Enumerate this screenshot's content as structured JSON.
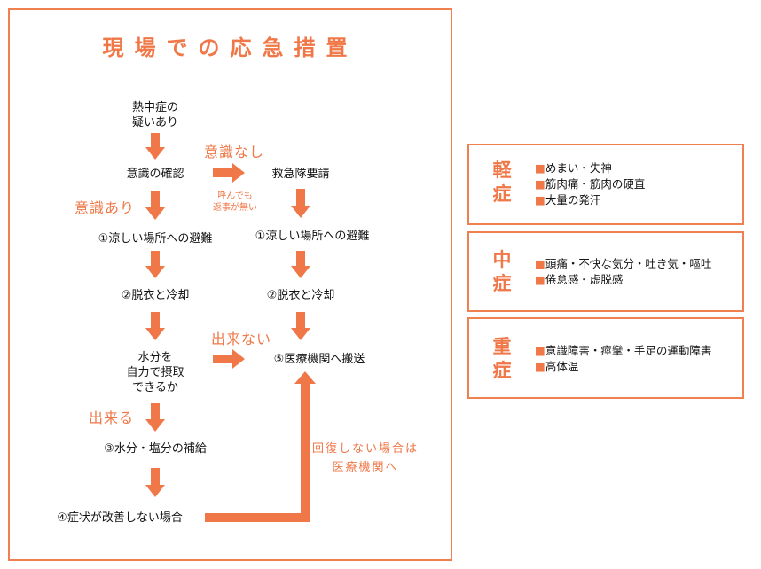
{
  "title": "現場での応急措置",
  "flow": {
    "suspect": [
      "熱中症の",
      "疑いあり"
    ],
    "check_consciousness": "意識の確認",
    "label_conscious": "意識あり",
    "label_unconscious": "意識なし",
    "call_ambulance": "救急隊要請",
    "label_no_response": [
      "呼んでも",
      "返事が無い"
    ],
    "evacuate_left": "①涼しい場所への避難",
    "evacuate_right": "①涼しい場所への避難",
    "cool_left": "②脱衣と冷却",
    "cool_right": "②脱衣と冷却",
    "hydrate_question": [
      "水分を",
      "自力で摂取",
      "できるか"
    ],
    "label_cannot": "出来ない",
    "label_can": "出来る",
    "hospital": "⑤医療機関へ搬送",
    "replenish": "③水分・塩分の補給",
    "not_improved": "④症状が改善しない場合",
    "label_not_recovered": [
      "回復しない場合は",
      "医療機関へ"
    ]
  },
  "severity": [
    {
      "label": [
        "軽",
        "症"
      ],
      "items": [
        "めまい・失神",
        "筋肉痛・筋肉の硬直",
        "大量の発汗"
      ]
    },
    {
      "label": [
        "中",
        "症"
      ],
      "items": [
        "頭痛・不快な気分・吐き気・嘔吐",
        "倦怠感・虚脱感"
      ]
    },
    {
      "label": [
        "重",
        "症"
      ],
      "items": [
        "意識障害・痙攣・手足の運動障害",
        "高体温"
      ]
    }
  ],
  "colors": {
    "accent": "#f07848",
    "border": "#f08050"
  }
}
